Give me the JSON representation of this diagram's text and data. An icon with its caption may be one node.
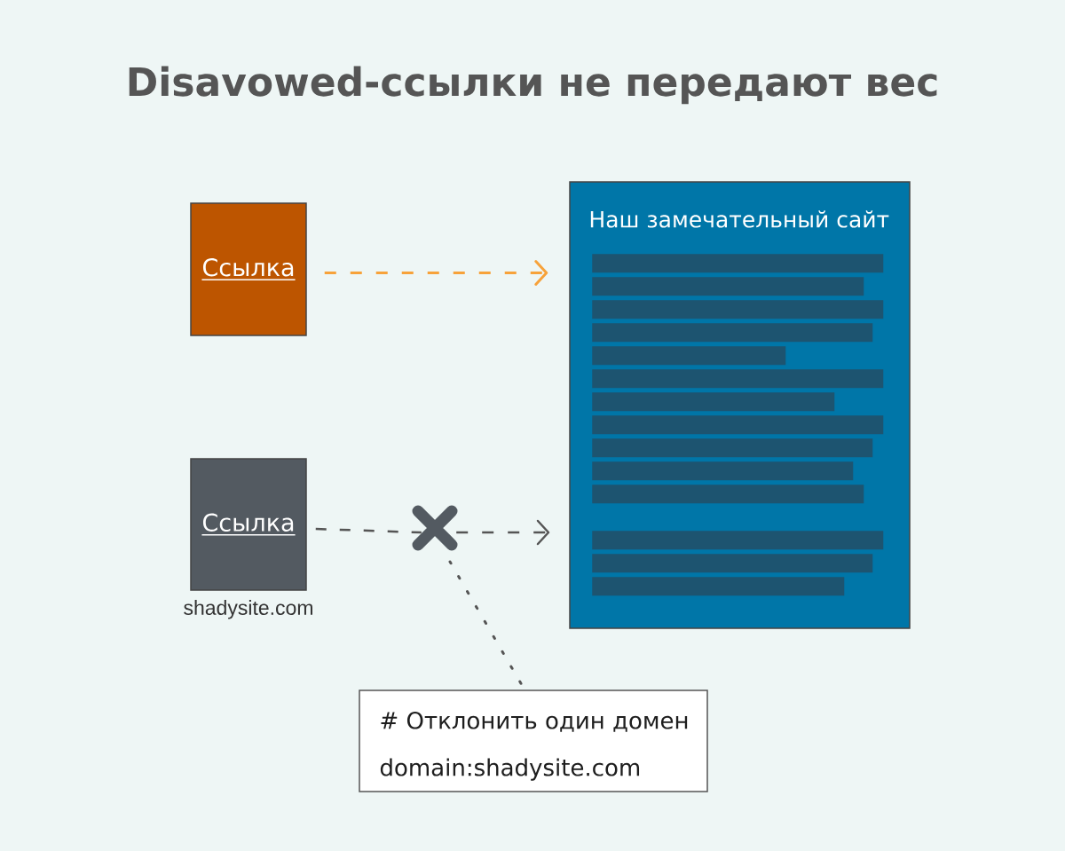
{
  "diagram": {
    "title": "Disavowed-ссылки не передают вес",
    "nodes": [
      {
        "text": [
          "Ссылка"
        ]
      },
      {
        "text": [
          "Ссылка"
        ],
        "beside": [
          "shadysite.com"
        ]
      },
      {
        "text": [
          "Наш замечательный сайт"
        ]
      },
      {
        "text": [],
        "shape": "cross"
      },
      {
        "text": [
          "# Отклонить один домен",
          "domain:shadysite.com"
        ]
      }
    ],
    "edges": [
      {
        "from": 0,
        "to": 2,
        "arrow": "to",
        "style": "dashed",
        "color": "#f7a23a"
      },
      {
        "from": 1,
        "to": 3,
        "arrow": "none",
        "style": "dashed"
      },
      {
        "from": 3,
        "to": 2,
        "arrow": "to",
        "style": "dashed"
      },
      {
        "from": 4,
        "to": 3,
        "arrow": "none",
        "style": "dashed"
      }
    ]
  }
}
